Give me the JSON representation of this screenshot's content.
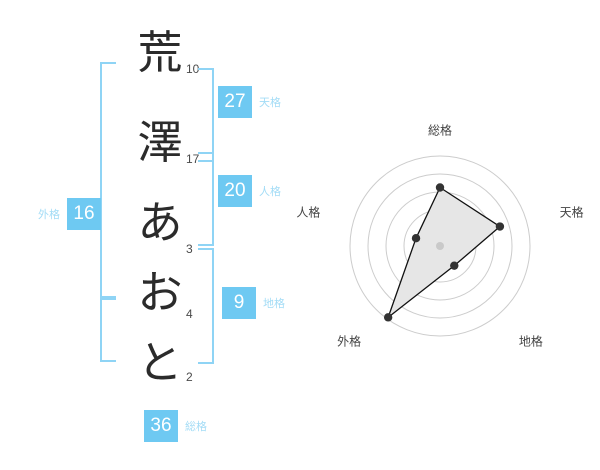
{
  "name_diagram": {
    "characters": [
      {
        "char": "荒",
        "strokes": "10",
        "type": "kanji"
      },
      {
        "char": "澤",
        "strokes": "17",
        "type": "kanji"
      },
      {
        "char": "あ",
        "strokes": "3",
        "type": "kana"
      },
      {
        "char": "お",
        "strokes": "4",
        "type": "kana"
      },
      {
        "char": "と",
        "strokes": "2",
        "type": "kana"
      }
    ],
    "badges": [
      {
        "id": "tenkaku",
        "value": "27",
        "label": "天格"
      },
      {
        "id": "jinkaku",
        "value": "20",
        "label": "人格"
      },
      {
        "id": "chikaku",
        "value": "9",
        "label": "地格"
      },
      {
        "id": "gaikaku",
        "value": "16",
        "label": "外格"
      },
      {
        "id": "soukaku",
        "value": "36",
        "label": "総格"
      }
    ],
    "colors": {
      "badge_bg": "#6ec9f2",
      "badge_text": "#ffffff",
      "badge_label": "#a3dcf6",
      "bracket": "#8fd4f5",
      "character": "#2b2b2b",
      "stroke_number": "#4a4a4a"
    }
  },
  "chart_data": {
    "type": "radar",
    "title": "",
    "categories": [
      "総格",
      "天格",
      "地格",
      "外格",
      "人格"
    ],
    "values": [
      0.65,
      0.7,
      0.27,
      0.98,
      0.28
    ],
    "rings": 5,
    "range": [
      0,
      1
    ],
    "grid": true,
    "legend": "none",
    "colors": {
      "grid": "#cccccc",
      "line": "#111111",
      "fill": "#e6e6e6",
      "point": "#333333",
      "center_dot": "#c9c9c9",
      "label": "#444444"
    }
  }
}
